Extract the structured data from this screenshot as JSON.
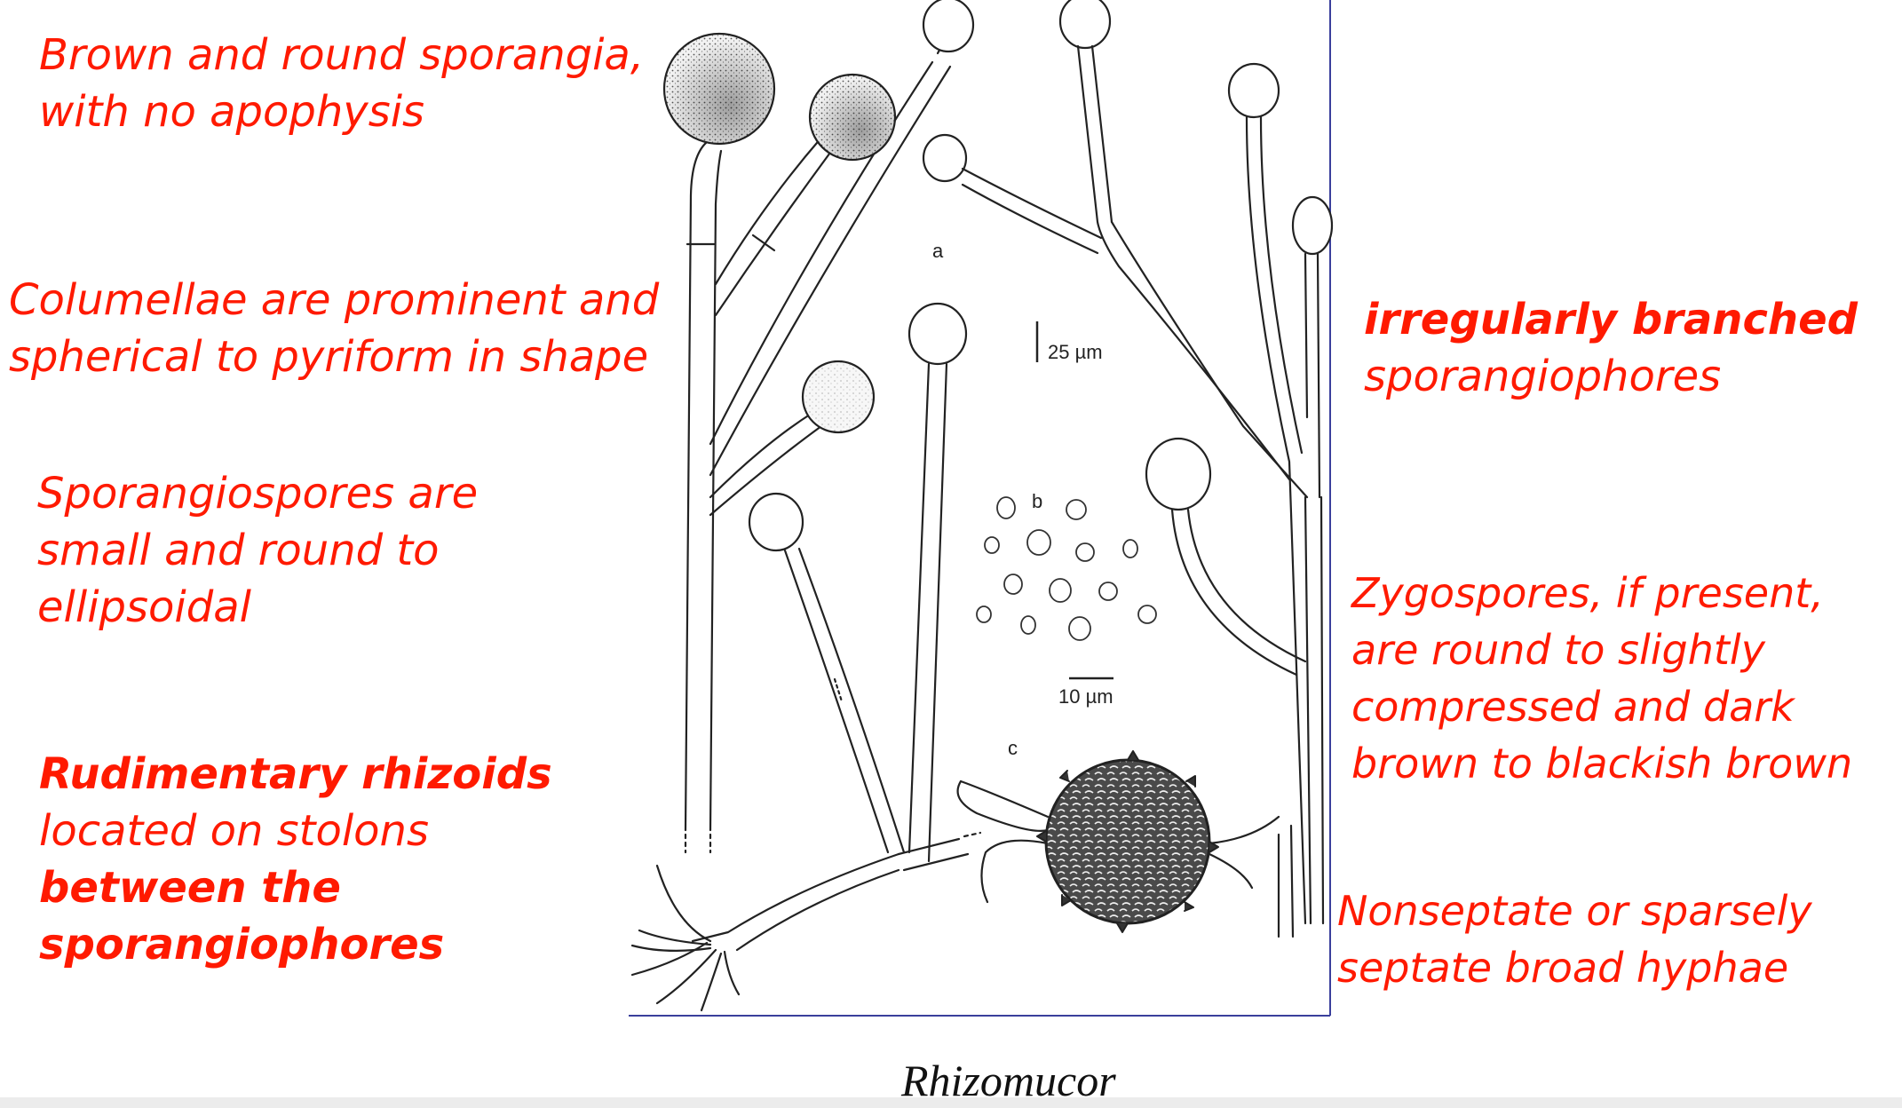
{
  "colors": {
    "annotation": "#ff1a00",
    "ink": "#222222",
    "frame": "#3a3f9c"
  },
  "annotations": {
    "sporangia": {
      "lines": [
        "Brown and round sporangia,",
        "with no apophysis"
      ]
    },
    "columellae": {
      "lines": [
        "Columellae are prominent and",
        "spherical to pyriform in shape"
      ]
    },
    "sporangiospores": {
      "lines": [
        "Sporangiospores are",
        "small and round to",
        "ellipsoidal"
      ]
    },
    "rhizoids": {
      "bold1": "Rudimentary rhizoids",
      "line2": "located on stolons",
      "bold2": [
        "between the",
        "sporangiophores"
      ]
    },
    "branched": {
      "bold": "irregularly branched",
      "line2": "sporangiophores"
    },
    "zygospores": {
      "lines": [
        "Zygospores, if present,",
        "are round to slightly",
        "compressed and dark",
        "brown to blackish brown"
      ]
    },
    "hyphae": {
      "lines": [
        "Nonseptate or sparsely",
        "septate broad hyphae"
      ]
    }
  },
  "figure": {
    "label_a": "a",
    "label_b": "b",
    "label_c": "c",
    "scale_a": "25 µm",
    "scale_b": "10 µm"
  },
  "caption": "Rhizomucor"
}
